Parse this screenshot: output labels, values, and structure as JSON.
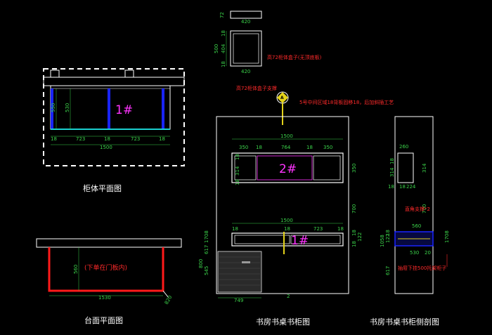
{
  "titles": {
    "cabinet_plan": "柜体平面图",
    "counter_plan": "台面平面图",
    "bookcase_elevation": "书房书桌书柜图",
    "bookcase_section": "书房书桌书柜侧剖图"
  },
  "markers": {
    "cab1": "1#",
    "cab2": "2#",
    "desk1": "1#"
  },
  "notes": {
    "box_top": "高72柜体盒子(无顶底板)",
    "box_support": "高72柜体盒子支撑",
    "back_panel": "5号中间区域18背板固移18，后加斜插工艺",
    "counter_inner": "(下单在门板内)",
    "corner_support": "直角支撑*2",
    "hang_note": "抽屉下挂500托架柜子"
  },
  "badge": {
    "label": "A"
  },
  "dims": {
    "cab_plan": [
      "18",
      "723",
      "18",
      "723",
      "18",
      "1500",
      "550",
      "530"
    ],
    "counter": [
      "560",
      "1530",
      "820"
    ],
    "box": [
      "420",
      "18",
      "404",
      "18",
      "500",
      "72",
      "420"
    ],
    "upper": [
      "1500",
      "350",
      "18",
      "764",
      "18",
      "350",
      "18",
      "314",
      "18",
      "350"
    ],
    "lower": [
      "1500",
      "18",
      "18",
      "723",
      "18",
      "700",
      "18",
      "122",
      "18"
    ],
    "left_side": [
      "1708",
      "617",
      "800",
      "545",
      "749",
      "2"
    ],
    "section": [
      "260",
      "18",
      "224",
      "314",
      "18",
      "700",
      "560",
      "530",
      "20",
      "18",
      "122",
      "18",
      "1058",
      "1708",
      "617"
    ]
  }
}
